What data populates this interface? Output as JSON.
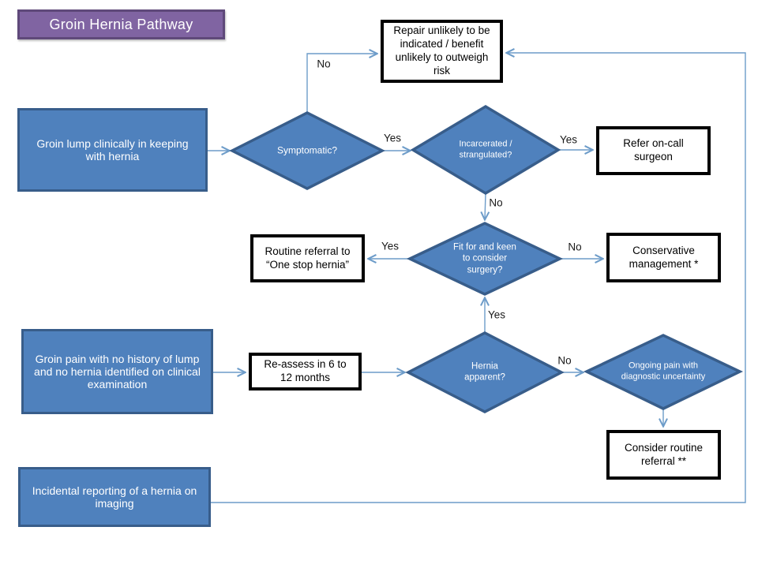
{
  "title": {
    "label": "Groin Hernia Pathway"
  },
  "colors": {
    "node_fill": "#4f81bd",
    "node_stroke": "#385d8a",
    "title_fill": "#8064a2",
    "title_stroke": "#5f497a",
    "connector": "#6d9cc9",
    "outcome_border": "#000000"
  },
  "labels": {
    "yes": "Yes",
    "no": "No"
  },
  "nodes": {
    "groin_lump": "Groin lump clinically in keeping with hernia",
    "symptomatic": "Symptomatic?",
    "incarcerated": "Incarcerated / strangulated?",
    "repair_unlikely": "Repair unlikely to be indicated / benefit unlikely to outweigh risk",
    "refer_surgeon": "Refer on-call surgeon",
    "fit_keen": "Fit for and keen to consider surgery?",
    "routine_referral": "Routine referral to “One stop hernia”",
    "conservative": "Conservative management *",
    "groin_pain": "Groin pain with no history of lump and no hernia identified on clinical examination",
    "reassess": "Re-assess in 6 to 12 months",
    "hernia_apparent": "Hernia apparent?",
    "ongoing_pain": "Ongoing pain with diagnostic uncertainty",
    "consider_referral": "Consider routine referral **",
    "incidental": "Incidental reporting of a hernia on imaging"
  }
}
